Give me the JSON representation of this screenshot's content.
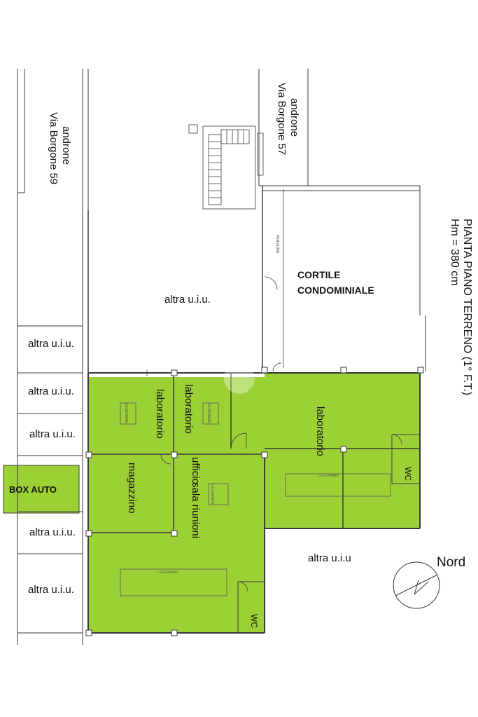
{
  "colors": {
    "highlight": "#9cd136",
    "wall": "#3a3a3a",
    "thin": "#777777",
    "background": "#ffffff"
  },
  "title": {
    "line1": "PIANTA PIANO TERRENO (1° F.T.)",
    "line2": "Hm = 380 cm"
  },
  "north_label": "Nord",
  "street_labels": {
    "androne_59_a": "androne",
    "androne_59_b": "Via Borgone 59",
    "androne_57_a": "androne",
    "androne_57_b": "Via Borgone 57"
  },
  "court": {
    "line1": "CORTILE",
    "line2": "CONDOMINIALE"
  },
  "other_units": {
    "big": "altra u.i.u.",
    "row1": "altra u.i.u.",
    "row2": "altra u.i.u.",
    "row3": "altra u.i.u.",
    "row5": "altra u.i.u.",
    "row6": "altra u.i.u.",
    "right": "altra u.i.u"
  },
  "rooms": {
    "lab_a": "laboratorio",
    "lab_b": "laboratorio",
    "lab_c": "laboratorio",
    "storage": "magazzino",
    "office": "ufficio",
    "meeting": "sala riunioni",
    "wc1": "WC",
    "wc2": "WC",
    "box": "BOX AUTO"
  },
  "fixtures": {
    "skylight_1": "LUCERNARI",
    "skylight_2": "LUCERNARI",
    "skylight_3": "LUCERNARI",
    "skylight_4": "LUCERNARI",
    "skylight_5": "LUCERNARI",
    "pensilina": "PENSILINA"
  }
}
